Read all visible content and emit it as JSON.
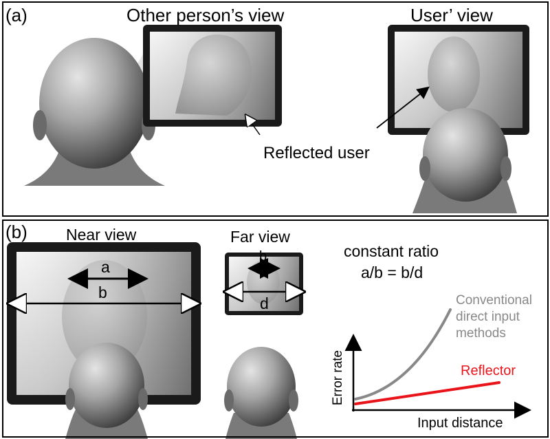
{
  "panel_a": {
    "label": "(a)",
    "other_view_title": "Other person’s view",
    "user_view_title": "User’ view",
    "reflected_user": "Reflected user"
  },
  "panel_b": {
    "label": "(b)",
    "near_view": "Near view",
    "far_view": "Far view",
    "constant_ratio": "constant ratio",
    "ratio_formula": "a/b = b/d",
    "near_a": "a",
    "near_b": "b",
    "far_b": "b",
    "far_d": "d"
  },
  "chart_data": {
    "type": "line",
    "xlabel": "Input distance",
    "ylabel": "Error rate",
    "series": [
      {
        "name": "Conventional direct input methods",
        "color": "#888888",
        "shape": "convex-increasing"
      },
      {
        "name": "Reflector",
        "color": "#e8141a",
        "shape": "linear-gentle"
      }
    ],
    "legend_lines": [
      "Conventional",
      "direct input",
      "methods"
    ],
    "reflector_label": "Reflector"
  },
  "colors": {
    "reflector": "#e8141a",
    "conventional": "#888888",
    "tablet_frame": "#111111"
  }
}
